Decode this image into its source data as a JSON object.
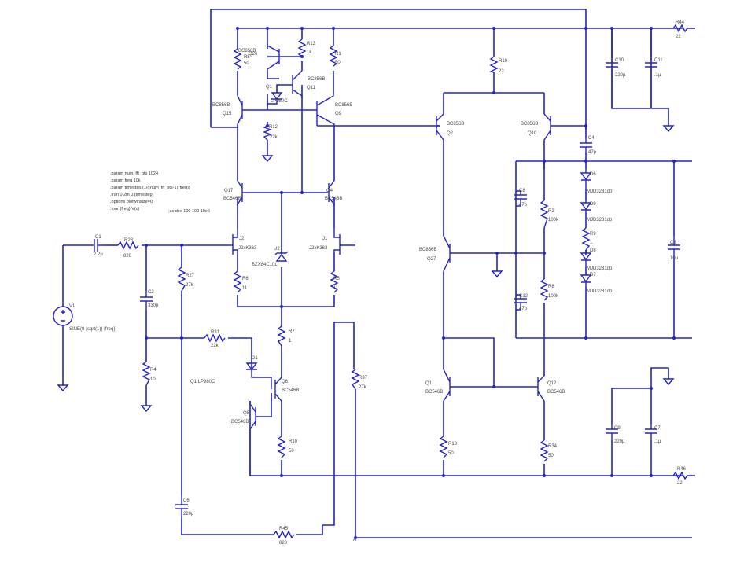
{
  "sim": {
    "directives": [
      ".param num_fft_pts 1024",
      ".param freq 10k",
      ".param timestep {1/((num_fft_pts-1)*freq)}",
      ".tran 0 2m 0 {timestep}",
      ".options plotwinsize=0",
      ".four {freq} V(c)"
    ],
    "ac": ";ac dec 100 100 10e6"
  },
  "labels": {
    "C1": "C1",
    "C1_val": "2.2µ",
    "R28": "R28",
    "R28_val": "820",
    "C2": "C2",
    "C2_val": "330p",
    "R4": "R4",
    "R4_val": "10",
    "R27": "R27",
    "R27_val": "27k",
    "R31": "R31",
    "R31_val": "22k",
    "V1": "V1",
    "V1_val": "SINE(0 {sqrt(1)} {freq})",
    "C6": "C6",
    "C6_val": "220µ",
    "R45": "R45",
    "R45_val": "820",
    "Q26": "Q26",
    "Q26_model": "BC856B",
    "R5_top": "R5",
    "R5_top_val": "50",
    "R13": "R13",
    "R13_val": "1k",
    "R1": "R1",
    "R1_val": "50",
    "Q11": "Q11",
    "Q11_model": "BC856B",
    "D_top": "Q1",
    "D_top_model": "LP980C",
    "Q15": "Q15",
    "Q15_model": "BC856B",
    "R12": "R12",
    "R12_val": "22k",
    "Q9": "Q9",
    "Q9_model": "BC856B",
    "Q17": "Q17",
    "Q17_model": "BC546B",
    "Q4": "Q4",
    "Q4_model": "BC546B",
    "J2": "J2",
    "J2_model": "J2xK363",
    "J1": "J1",
    "J1_model": "J2xK363",
    "U2": "U2",
    "U2_model": "BZX84C10L",
    "R6": "R6",
    "R6_val": "11",
    "R5": "R5",
    "R5_val": "11",
    "R7": "R7",
    "R7_val": "1",
    "D1": "D1",
    "D1_model": "Q1 LP980C",
    "Q6": "Q6",
    "Q6_model": "BC546B",
    "Q8": "Q8",
    "Q8_model": "BC546B",
    "R10": "R10",
    "R10_val": "50",
    "R37": "R37",
    "R37_val": "27k",
    "node_A": "A",
    "R19": "R19",
    "R19_val": "22",
    "C10": "C10",
    "C10_val": "220µ",
    "C11": "C11",
    "C11_val": ".1µ",
    "R44": "R44",
    "R44_val": "22",
    "Q2": "Q2",
    "Q2_model": "BC856B",
    "Q10": "Q10",
    "Q10_model": "BC856B",
    "C4": "C4",
    "C4_val": "47p",
    "C8": "C8",
    "C8_val": "47p",
    "R2": "R2",
    "R2_val": "100k",
    "R8": "R8",
    "R8_val": "100k",
    "C12": "C12",
    "C12_val": "47p",
    "Q27": "Q27",
    "Q27_model": "BC856B",
    "D6": "D6",
    "D6_model": "MJD3281dp",
    "D9": "D9",
    "D9_model": "MJD3281dp",
    "R9": "R9",
    "R9_val": "1",
    "D8": "D8",
    "D8_model": "MJD3281dp",
    "D7": "D7",
    "D7_model": "MJD3281dp",
    "C3": "C3",
    "C3_val": "10µ",
    "Q1": "Q1",
    "Q1_model": "BC546B",
    "Q12": "Q12",
    "Q12_model": "BC546B",
    "R18": "R18",
    "R18_val": "50",
    "R34": "R34",
    "R34_val": "50",
    "C9": "C9",
    "C9_val": "220µ",
    "C7": "C7",
    "C7_val": ".1µ",
    "R46": "R46",
    "R46_val": "22"
  }
}
